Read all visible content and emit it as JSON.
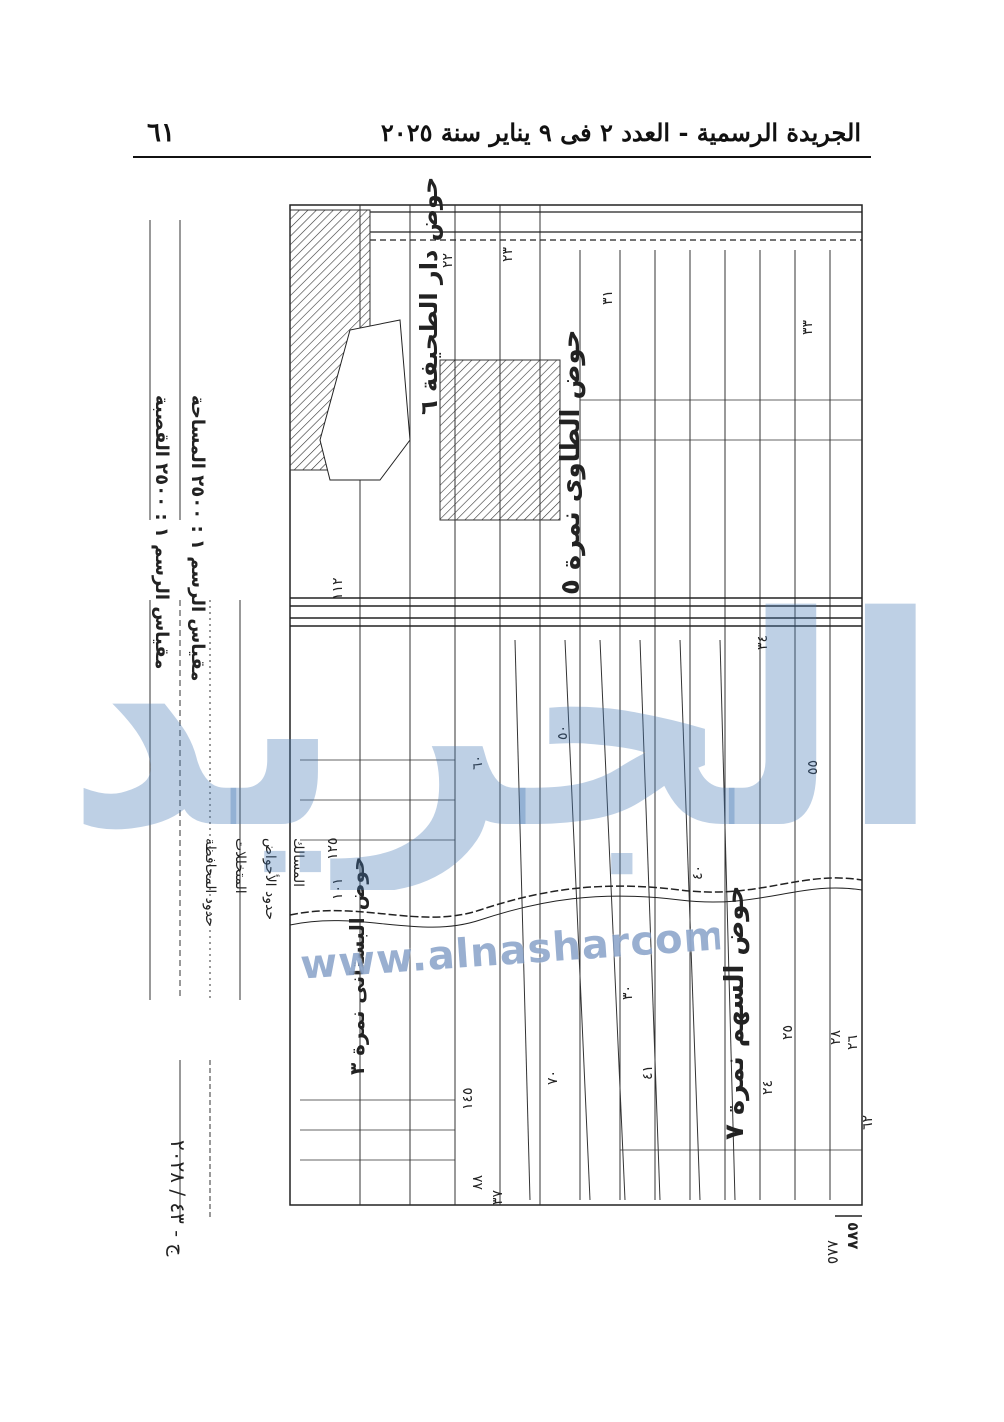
{
  "header": {
    "page_number": "٦١",
    "gazette_title": "الجريدة الرسمية - العدد ٢ فى ٩ يناير سنة ٢٠٢٥"
  },
  "map": {
    "basin_labels": [
      "حوض الطاوى نمرة ٥",
      "حوض دار الطحيفة ٦",
      "حوض السهم نمرة ٧",
      "حوض البستانى نمرة ٣"
    ],
    "scale_lines": [
      "مقياس الرسم ١ : ٢٥٠٠ القصبة",
      "مقياس الرسم ١ : ٢٥٠٠ المساحة"
    ],
    "legend_items": [
      "حدود المحافظة",
      "المتخللات",
      "حدود الأحواض",
      "المسالك"
    ],
    "bottom_codes": [
      "٨٨٥",
      "٥٧٧"
    ],
    "handwritten": "ج - ٤٣ / ٢٠٢٨",
    "parcel_numbers": [
      "٢٢",
      "٢٣",
      "٢٤",
      "٢٥",
      "٢٦",
      "٢٨",
      "٣٠",
      "٣١",
      "٣٣",
      "٣٤",
      "٣٧",
      "٤٠",
      "٤١",
      "٥٠",
      "٥٥",
      "٦٠",
      "٦٢",
      "٧٠",
      "٨٨",
      "١٠١",
      "١١٢",
      "١٢٥",
      "١٤٥"
    ]
  },
  "watermark": {
    "url": "www.alnasharcom",
    "logo_text": "الجريدة"
  }
}
